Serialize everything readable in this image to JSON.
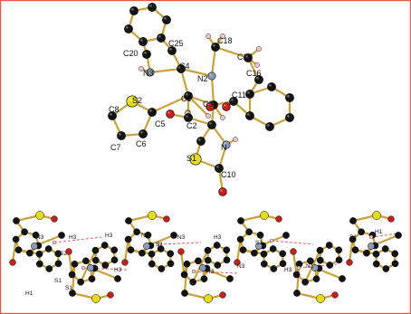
{
  "figure": {
    "colors": {
      "carbon": "#141414",
      "nitrogen": "#8a9bb8",
      "oxygen": "#c81e1e",
      "sulfur": "#e6dc1e",
      "hydrogen": "#f2c4c4",
      "bond": "#c9a23c",
      "hbond": "#e06060",
      "border": "#e25a4a"
    },
    "labels": {
      "C20": "C20",
      "C25": "C25",
      "C18": "C18",
      "C17": "C17",
      "C16": "C16",
      "N3": "N3",
      "C4": "C4",
      "N2": "N2",
      "C1": "C1",
      "C3": "C3",
      "O": "O",
      "C11": "C11",
      "S2": "S2",
      "C8": "C8",
      "C5": "C5",
      "C2": "C2",
      "C7": "C7",
      "C6": "C6",
      "N1": "N",
      "S1": "S1",
      "C10": "C10"
    },
    "packing_labels": [
      "N3",
      "H3",
      "S1",
      "N3",
      "H3",
      "H1",
      "S1",
      "N3",
      "H3",
      "N3",
      "H3",
      "H1",
      "S1",
      "S2",
      "H3",
      "H3",
      "N1",
      "S1",
      "S1"
    ]
  }
}
